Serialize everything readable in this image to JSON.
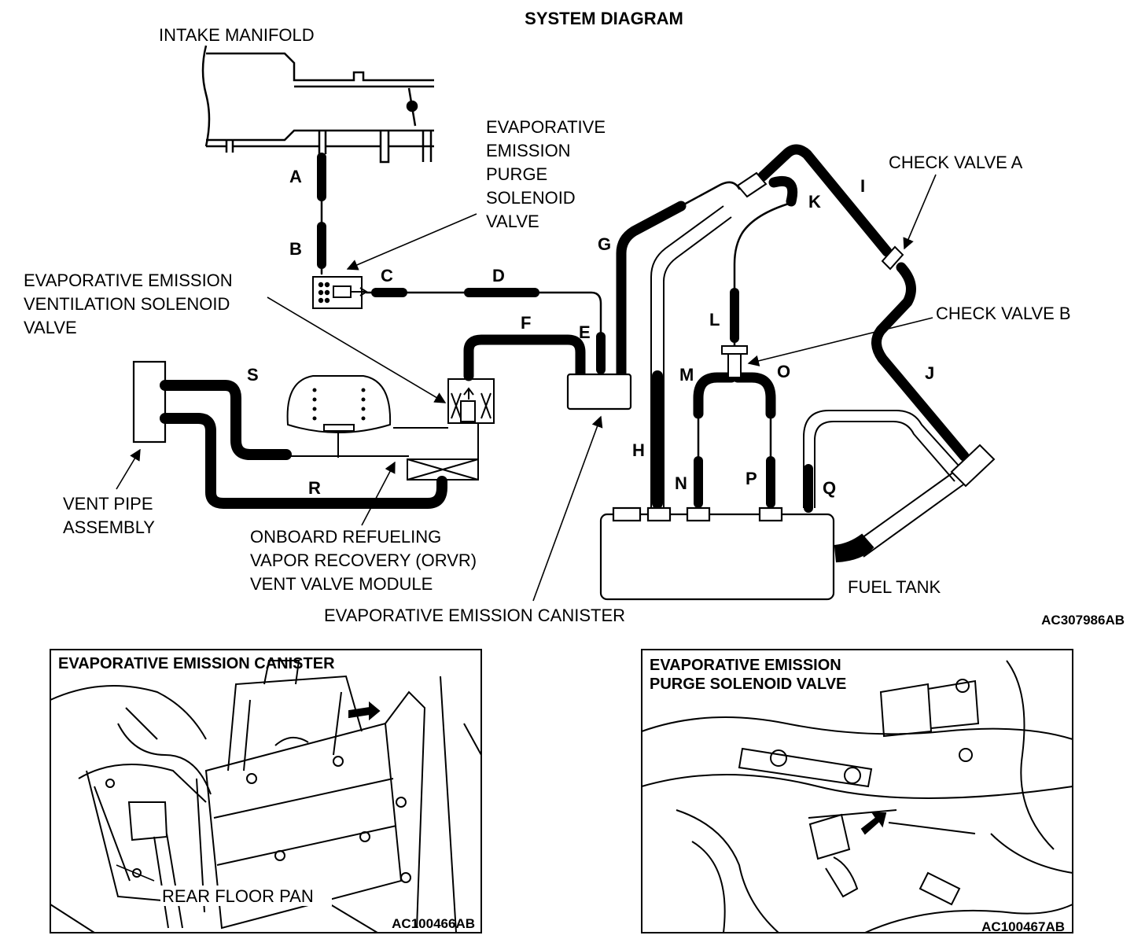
{
  "diagram": {
    "title": "SYSTEM DIAGRAM",
    "reference_code": "AC307986AB",
    "components": {
      "intake_manifold": "INTAKE MANIFOLD",
      "purge_valve": [
        "EVAPORATIVE",
        "EMISSION",
        "PURGE",
        "SOLENOID",
        "VALVE"
      ],
      "vent_solenoid": [
        "EVAPORATIVE EMISSION",
        "VENTILATION SOLENOID",
        "VALVE"
      ],
      "vent_pipe": [
        "VENT PIPE",
        "ASSEMBLY"
      ],
      "orvr": [
        "ONBOARD REFUELING",
        "VAPOR RECOVERY (ORVR)",
        "VENT VALVE MODULE"
      ],
      "canister": "EVAPORATIVE EMISSION CANISTER",
      "fuel_tank": "FUEL TANK",
      "check_valve_a": "CHECK VALVE A",
      "check_valve_b": "CHECK VALVE B"
    },
    "hose_labels": {
      "A": "A",
      "B": "B",
      "C": "C",
      "D": "D",
      "E": "E",
      "F": "F",
      "G": "G",
      "H": "H",
      "I": "I",
      "J": "J",
      "K": "K",
      "L": "L",
      "M": "M",
      "N": "N",
      "O": "O",
      "P": "P",
      "Q": "Q",
      "R": "R",
      "S": "S"
    }
  },
  "photo_left": {
    "title": "EVAPORATIVE EMISSION CANISTER",
    "callout": "REAR FLOOR PAN",
    "reference_code": "AC100466AB"
  },
  "photo_right": {
    "title_line1": "EVAPORATIVE EMISSION",
    "title_line2": "PURGE SOLENOID VALVE",
    "reference_code": "AC100467AB"
  }
}
